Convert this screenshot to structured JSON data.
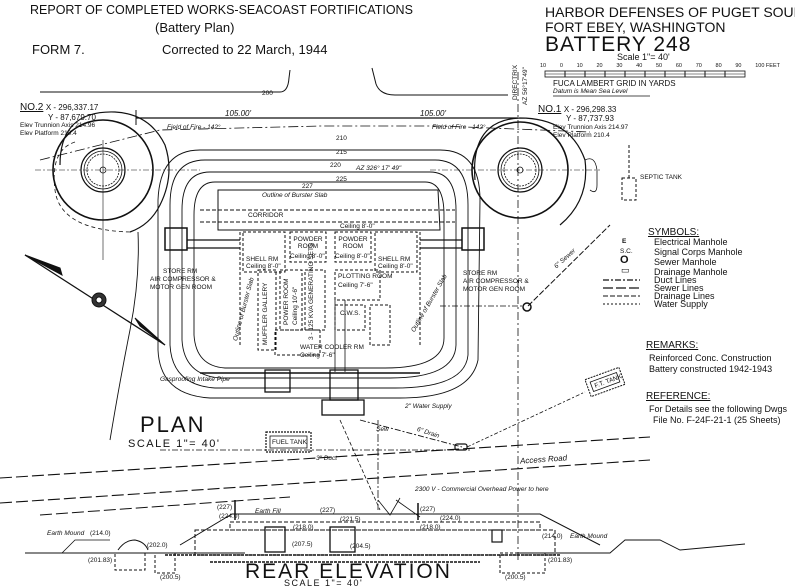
{
  "header": {
    "title": "REPORT OF COMPLETED WORKS-SEACOAST FORTIFICATIONS",
    "subtitle": "(Battery Plan)",
    "form": "FORM 7.",
    "corrected": "Corrected to 22 March, 1944"
  },
  "title_block": {
    "line1": "HARBOR DEFENSES OF PUGET SOUND",
    "line2": "FORT EBEY, WASHINGTON",
    "battery": "BATTERY 248",
    "scale": "Scale 1\"= 40'",
    "scale_ticks": [
      "10",
      "0",
      "10",
      "20",
      "30",
      "40",
      "50",
      "60",
      "70",
      "80",
      "90",
      "100 FEET"
    ],
    "grid_note": "FUCA LAMBERT GRID IN YARDS",
    "datum_note": "Datum is Mean Sea Level"
  },
  "gun_no2": {
    "label": "NO.2",
    "x": "X - 296,337.17",
    "y": "Y - 87,679.70",
    "trunnion": "Elev Trunnion Axis 214.96",
    "platform": "Elev Platform 210.4"
  },
  "gun_no1": {
    "label": "NO.1",
    "x": "X - 296,298.33",
    "y": "Y - 87,737.93",
    "trunnion": "Elev Trunnion Axis 214.97",
    "platform": "Elev Platform 210.4"
  },
  "plan": {
    "directrix": "DIRECTRIX",
    "directrix_az": "AZ 56°17'49\"",
    "dim_left": "105.00'",
    "dim_right": "105.00'",
    "field_left": "Field of Fire - 142°",
    "field_right": "Field of Fire - 142°",
    "az_center": "AZ 326° 17' 49\"",
    "contours": [
      "200",
      "210",
      "215",
      "220",
      "225",
      "227"
    ],
    "burster_slab": "Outline of Burster Slab",
    "outline_burster": "Outline of Burster Slab",
    "septic_tank": "SEPTIC TANK",
    "sewer": "6\" Sewer",
    "gasproofing": "Gasproofing Intake Pipe",
    "water_supply": "2\" Water Supply",
    "drain": "6\" Drain",
    "sew": "Sew",
    "duct": "3\" Duct",
    "fuel_tank": "FUEL TANK",
    "fuel_tank_2": "F.T. TANK",
    "access_road": "Access Road",
    "power_note": "2300 V - Commercial Overhead Power to here",
    "rooms": {
      "corridor": "CORRIDOR",
      "powder_room": "POWDER ROOM",
      "powder_ceiling": "Ceiling 8'-0\"",
      "shell_room": "SHELL RM",
      "shell_ceiling": "Ceiling 8'-0\"",
      "corridor_ceiling": "Ceiling 8'-0\"",
      "plotting_room": "PLOTTING ROOM",
      "plotting_ceiling": "Ceiling 7'-6\"",
      "muffler_gallery": "MUFFLER GALLERY",
      "power_room": "POWER ROOM",
      "power_ceiling": "Ceiling 10'-6\"",
      "generators": "3 - 125 KVA GENERATING SETS",
      "water_cooler": "WATER COOLER RM",
      "water_ceiling": "Ceiling 7'-6\"",
      "cws": "C.W.S.",
      "store_left": "STORE RM",
      "compressor_left": "AIR COMPRESSOR &",
      "motor_left": "MOTOR GEN ROOM",
      "store_right": "STORE RM",
      "compressor_right": "AIR COMPRESSOR &",
      "motor_right": "MOTOR GEN ROOM"
    },
    "label": "PLAN",
    "scale": "SCALE 1\"= 40'"
  },
  "symbols": {
    "heading": "SYMBOLS:",
    "items": [
      {
        "glyph": "E",
        "label": "Electrical Manhole"
      },
      {
        "glyph": "S.C.",
        "label": "Signal Corps Manhole"
      },
      {
        "glyph": "O",
        "label": "Sewer Manhole"
      },
      {
        "glyph": "▭",
        "label": "Drainage Manhole"
      },
      {
        "glyph": "",
        "label": "Duct Lines"
      },
      {
        "glyph": "",
        "label": "Sewer Lines"
      },
      {
        "glyph": "",
        "label": "Drainage Lines"
      },
      {
        "glyph": "",
        "label": "Water Supply"
      }
    ]
  },
  "remarks": {
    "heading": "REMARKS:",
    "line1": "Reinforced Conc. Construction",
    "line2": "Battery constructed 1942-1943"
  },
  "reference": {
    "heading": "REFERENCE:",
    "line1": "For Details see the following Dwgs",
    "line2": "File No. F-24F-21-1 (25 Sheets)"
  },
  "elevation": {
    "label": "REAR ELEVATION",
    "scale": "SCALE 1\"= 40'",
    "earth_fill": "Earth Fill",
    "earth_mound_left": "Earth Mound",
    "earth_mound_right": "Earth Mound",
    "elevs": [
      "(227)",
      "(227)",
      "(227)",
      "(224.0)",
      "(224.0)",
      "(221.5)",
      "(218.0)",
      "(218.0)",
      "(214.0)",
      "(214.0)",
      "(207.5)",
      "(204.5)",
      "(201.83)",
      "(201.83)",
      "(200.5)",
      "(200.5)",
      "(202.0)"
    ]
  }
}
